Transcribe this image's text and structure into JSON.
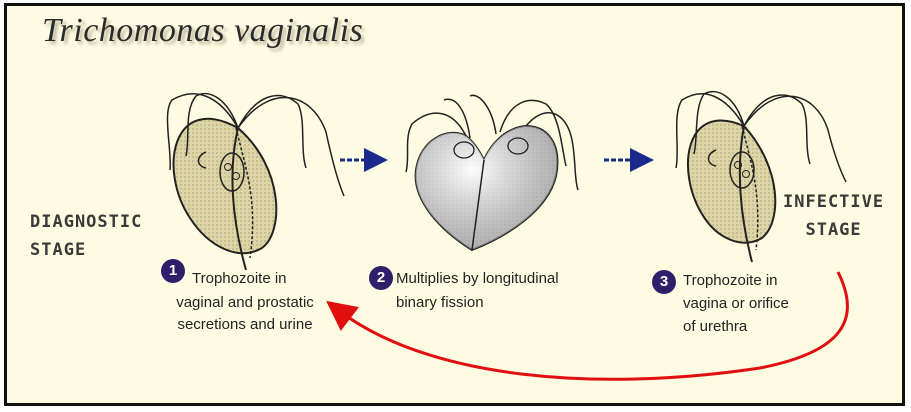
{
  "title": "Trichomonas vaginalis",
  "stages": {
    "diagnostic": [
      "DIAGNOSTIC",
      "STAGE"
    ],
    "infective": [
      "INFECTIVE",
      "STAGE"
    ]
  },
  "steps": [
    {
      "number": "1",
      "lines": [
        "Trophozoite in",
        "vaginal and prostatic",
        "secretions and urine"
      ]
    },
    {
      "number": "2",
      "lines": [
        "Multiplies by longitudinal",
        "binary fission"
      ]
    },
    {
      "number": "3",
      "lines": [
        "Trophozoite in",
        "vagina or orifice",
        "of urethra"
      ]
    }
  ],
  "colors": {
    "background": "#fefbe3",
    "organism_fill": "#ddd5a6",
    "arrow_blue": "#1a2a8c",
    "cycle_arrow_red": "#e01010",
    "number_badge": "#2e1f6b"
  }
}
